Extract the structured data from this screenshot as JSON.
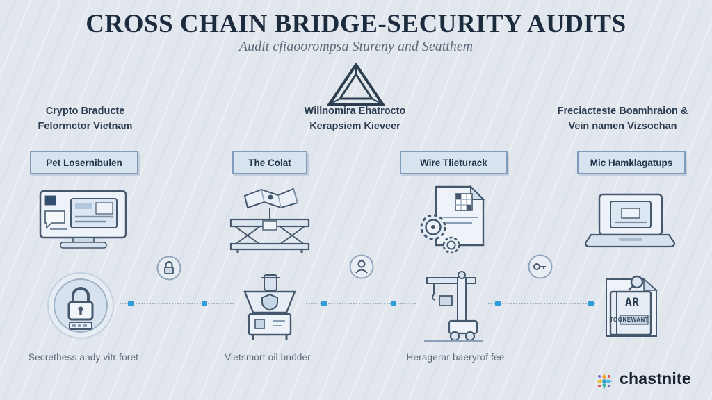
{
  "header": {
    "title": "CROSS CHAIN BRIDGE-SECURITY AUDITS",
    "subtitle": "Audit cfiaoorompsa Stureny and Seatthem"
  },
  "column_headings": [
    {
      "text": "Crypto Braducte\nFelormctor Vietnam"
    },
    {
      "text": "Willnomira Ehatrocto\nKerapsiem Kieveer"
    },
    {
      "text": "Freciacteste Boamhraion &\nVein namen Vizsochan"
    }
  ],
  "step_boxes": [
    {
      "label": "Pet Losernibulen"
    },
    {
      "label": "The Colat"
    },
    {
      "label": "Wire Tlieturack"
    },
    {
      "label": "Mic Hamklagatups"
    }
  ],
  "captions": [
    {
      "text": "Secrethess andy vitr foret"
    },
    {
      "text": "Vietsmort oil bnöder"
    },
    {
      "text": "Heragerar baeryrof fee"
    }
  ],
  "report_book": {
    "title": "AR",
    "subtitle": "Tookewant"
  },
  "brand": {
    "name": "chastnite"
  },
  "icons": {
    "logo": "triangle-outline-icon",
    "illustrations": [
      "monitor-wallet-illustration",
      "bridge-map-illustration",
      "document-gears-illustration",
      "laptop-card-illustration"
    ],
    "flow": [
      "padlock-badge-icon",
      "connector-node-icon",
      "scale-shield-machine-illustration",
      "crane-illustration",
      "audit-report-book-illustration"
    ],
    "brand_icon": "mandala-star-icon"
  },
  "colors": {
    "background": "#e2e7ee",
    "ink": "#1c2c3e",
    "muted_text": "#5a6877",
    "box_fill": "#d8e3f0",
    "box_border": "#7f9cbe",
    "accent_dot": "#2f9bd8",
    "brand_orange": "#f6a52c"
  }
}
